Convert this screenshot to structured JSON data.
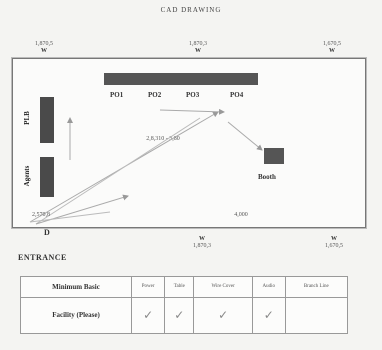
{
  "header": {
    "title": "CAD DRAWING"
  },
  "dimensions": {
    "top_left": "1,870,5",
    "top_mid": "1,870,3",
    "top_right": "1,670,5",
    "interior_mid": "2,8,310 - 3,80",
    "bottom_left": "2,570,8",
    "bottom_mid_inner": "4,000",
    "bottom_mid": "1,870,3",
    "bottom_right": "1,670,5"
  },
  "walls": {
    "top_left": "W",
    "top_mid": "W",
    "top_right": "W",
    "bottom_left": "D",
    "bottom_mid": "W",
    "bottom_right": "W"
  },
  "pods": [
    "PO1",
    "PO2",
    "PO3",
    "PO4"
  ],
  "side_units": {
    "upper": "PLB",
    "lower": "Agents"
  },
  "booth": "Booth",
  "entrance": "ENTRANCE",
  "facility_table": {
    "rows": [
      "Minimum Basic",
      "Facility (Please)"
    ],
    "columns": [
      "Power",
      "Table",
      "Wire Cover",
      "Audio",
      "Branch Line"
    ],
    "check_icon": "check-icon"
  }
}
